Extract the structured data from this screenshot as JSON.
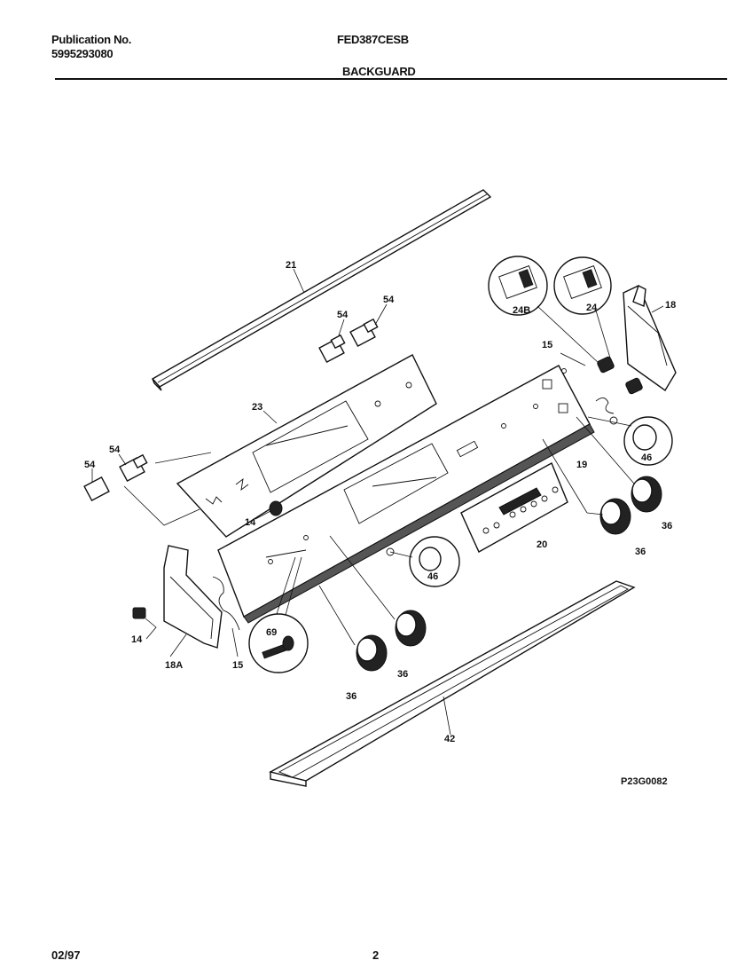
{
  "header": {
    "publication_label": "Publication No.",
    "publication_number": "5995293080",
    "model": "FED387CESB",
    "section_title": "BACKGUARD"
  },
  "footer": {
    "date": "02/97",
    "page": "2"
  },
  "diagram": {
    "figure_id": "P23G0082",
    "callouts": [
      "21",
      "54",
      "54",
      "23",
      "54",
      "54",
      "14",
      "24B",
      "24",
      "18",
      "15",
      "46",
      "19",
      "20",
      "36",
      "36",
      "46",
      "14",
      "18A",
      "15",
      "69",
      "36",
      "36",
      "42"
    ]
  }
}
